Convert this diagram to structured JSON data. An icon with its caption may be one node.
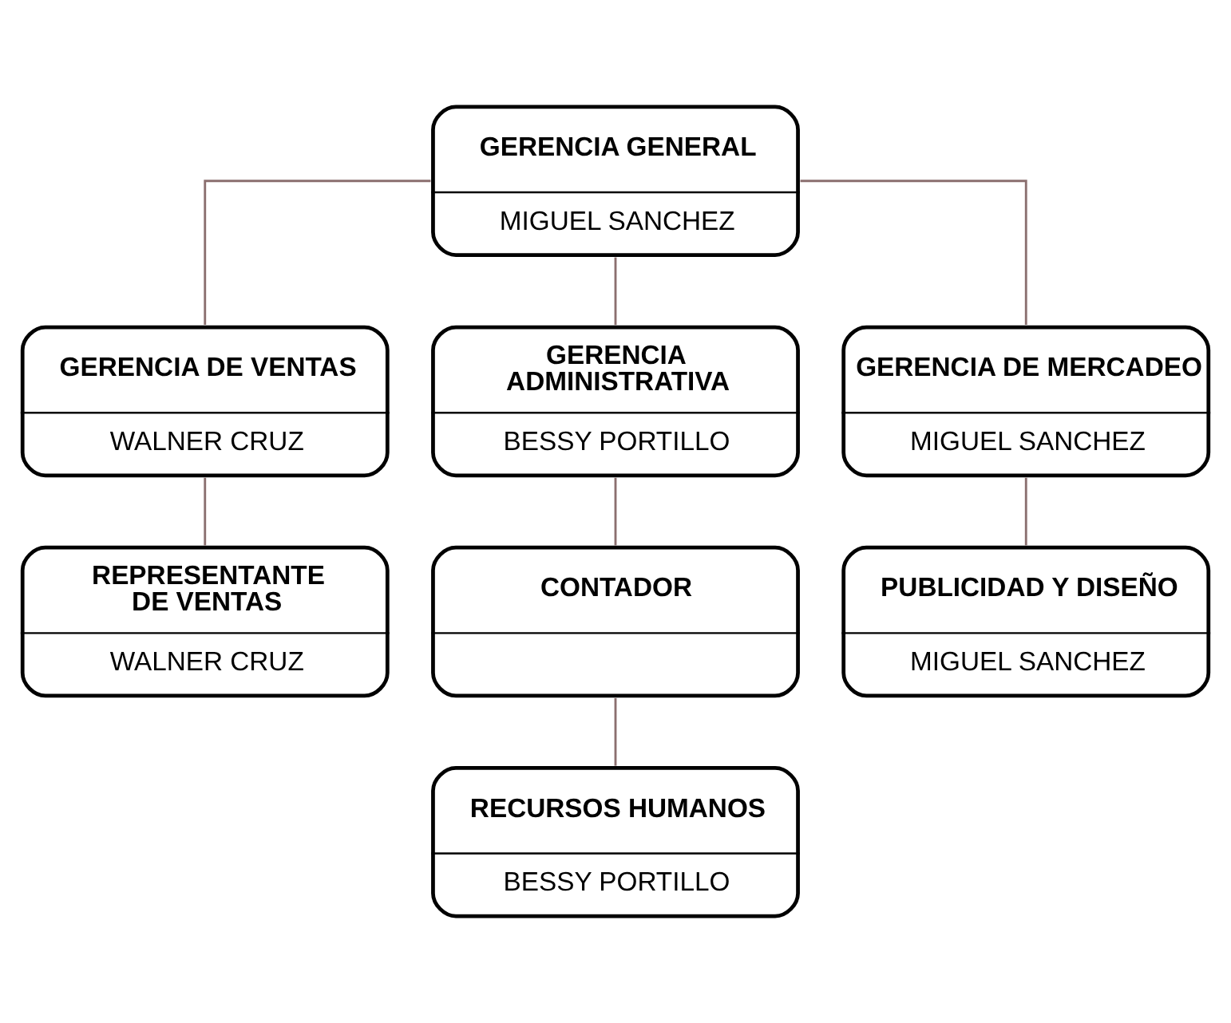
{
  "diagram": {
    "nodes": [
      {
        "text": [
          "GERENCIA GENERAL",
          "MIGUEL SANCHEZ"
        ]
      },
      {
        "text": [
          "GERENCIA DE VENTAS",
          "WALNER CRUZ"
        ]
      },
      {
        "text": [
          "GERENCIA ADMINISTRATIVA",
          "BESSY PORTILLO"
        ]
      },
      {
        "text": [
          "GERENCIA DE MERCADEO",
          "MIGUEL SANCHEZ"
        ]
      },
      {
        "text": [
          "REPRESENTANTE DE VENTAS",
          "WALNER CRUZ"
        ]
      },
      {
        "text": [
          "CONTADOR"
        ]
      },
      {
        "text": [
          "PUBLICIDAD Y DISEÑO",
          "MIGUEL SANCHEZ"
        ]
      },
      {
        "text": [
          "RECURSOS HUMANOS",
          "BESSY PORTILLO"
        ]
      }
    ],
    "edges": [
      {
        "from": 0,
        "to": 1,
        "arrow": "none"
      },
      {
        "from": 0,
        "to": 2,
        "arrow": "none"
      },
      {
        "from": 0,
        "to": 3,
        "arrow": "none"
      },
      {
        "from": 1,
        "to": 4,
        "arrow": "none"
      },
      {
        "from": 2,
        "to": 5,
        "arrow": "none"
      },
      {
        "from": 3,
        "to": 6,
        "arrow": "none"
      },
      {
        "from": 5,
        "to": 7,
        "arrow": "none"
      }
    ]
  }
}
